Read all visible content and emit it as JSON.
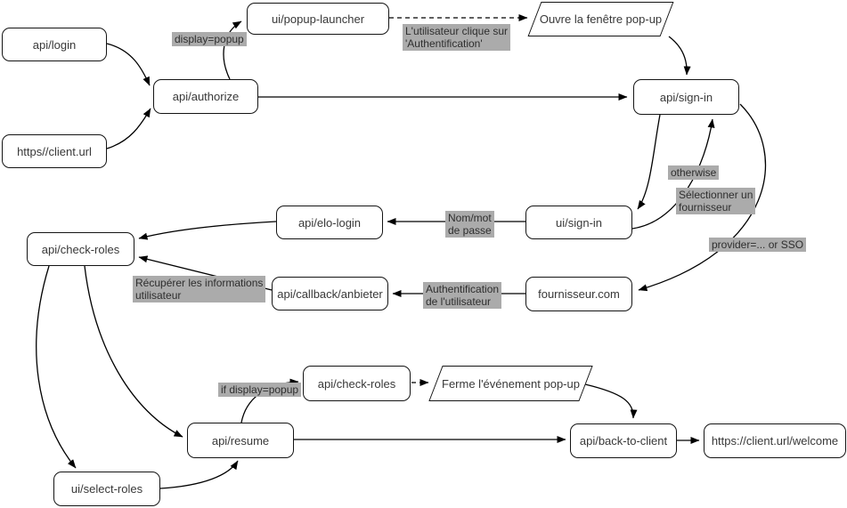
{
  "diagram": {
    "title": "Authentication flow diagram",
    "colors": {
      "node_fill": "#ffffff",
      "node_border": "#141414",
      "node_text": "#383838",
      "edge": "#000000",
      "edge_label_bg": "#ababab",
      "edge_label_text": "#2e2e2e"
    },
    "nodes": {
      "api_login": {
        "label": "api/login"
      },
      "client_url": {
        "label": "https//client.url"
      },
      "api_authorize": {
        "label": "api/authorize"
      },
      "ui_popup_launcher": {
        "label": "ui/popup-launcher"
      },
      "ouvre_popup": {
        "label": "Ouvre la fenêtre pop-up"
      },
      "api_sign_in": {
        "label": "api/sign-in"
      },
      "ui_sign_in": {
        "label": "ui/sign-in"
      },
      "api_elo_login": {
        "label": "api/elo-login"
      },
      "api_check_roles_1": {
        "label": "api/check-roles"
      },
      "api_callback_anbieter": {
        "label": "api/callback/anbieter"
      },
      "fournisseur_com": {
        "label": "fournisseur.com"
      },
      "api_check_roles_2": {
        "label": "api/check-roles"
      },
      "ferme_popup": {
        "label": "Ferme l'événement pop-up"
      },
      "api_resume": {
        "label": "api/resume"
      },
      "api_back_to_client": {
        "label": "api/back-to-client"
      },
      "client_url_welcome": {
        "label": "https://client.url/welcome"
      },
      "ui_select_roles": {
        "label": "ui/select-roles"
      }
    },
    "edge_labels": {
      "display_popup": "display=popup",
      "user_clicks_auth": "L'utilisateur clique sur\n'Authentification'",
      "otherwise": "otherwise",
      "select_provider": "Sélectionner un\nfournisseur",
      "provider_sso": "provider=... or SSO",
      "nom_mot_de_passe": "Nom/mot\nde passe",
      "auth_utilisateur": "Authentification\nde l'utilisateur",
      "recuperer_infos": "Récupérer les informations\nutilisateur",
      "if_display_popup": "if display=popup"
    }
  }
}
